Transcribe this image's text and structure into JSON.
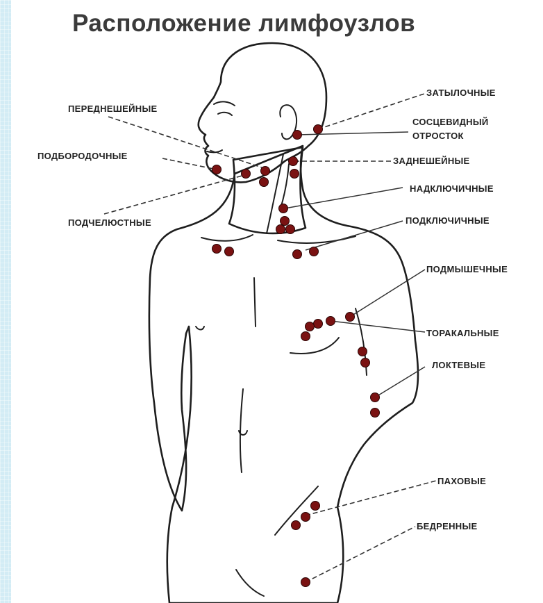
{
  "title": "Расположение лимфоузлов",
  "labels": {
    "occipital": "ЗАТЫЛОЧНЫЕ",
    "mastoid_line1": "СОСЦЕВИДНЫЙ",
    "mastoid_line2": "ОТРОСТОК",
    "posterior_cervical": "ЗАДНЕШЕЙНЫЕ",
    "supraclavicular": "НАДКЛЮЧИЧНЫЕ",
    "subclavian": "ПОДКЛЮЧИЧНЫЕ",
    "axillary": "ПОДМЫШЕЧНЫЕ",
    "thoracic": "ТОРАКАЛЬНЫЕ",
    "elbow": "ЛОКТЕВЫЕ",
    "inguinal": "ПАХОВЫЕ",
    "femoral": "БЕДРЕННЫЕ",
    "anterior_cervical": "ПЕРЕДНЕШЕЙНЫЕ",
    "chin": "ПОДБОРОДОЧНЫЕ",
    "submandibular": "ПОДЧЕЛЮСТНЫЕ"
  },
  "colors": {
    "skin": "#f4bd93",
    "node": "#7a1212",
    "outline": "#1e1e1e",
    "background": "#d3ecf5"
  }
}
